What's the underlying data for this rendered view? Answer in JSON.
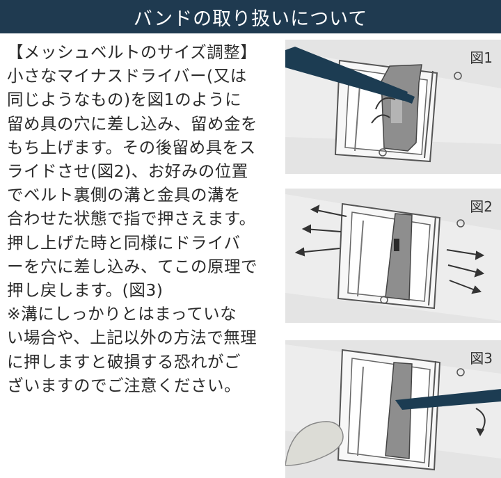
{
  "header": {
    "title": "バンドの取り扱いについて"
  },
  "instructions": {
    "lines": [
      "【メッシュベルトのサイズ調整】",
      "小さなマイナスドライバー(又は",
      "同じようなもの)を図1のように",
      "留め具の穴に差し込み、留め金を",
      "もち上げます。その後留め具をス",
      "ライドさせ(図2)、お好みの位置",
      "でベルト裏側の溝と金具の溝を",
      "合わせた状態で指で押さえます。",
      "押し上げた時と同様にドライバ",
      "ーを穴に差し込み、てこの原理で",
      "押し戻します。(図3)",
      "※溝にしっかりとはまっていな",
      "い場合や、上記以外の方法で無理",
      "に押しますと破損する恐れがご",
      "ざいますのでご注意ください。"
    ]
  },
  "figures": [
    {
      "label": "図1",
      "icon": "screwdriver-lift-illustration"
    },
    {
      "label": "図2",
      "icon": "clasp-slide-illustration"
    },
    {
      "label": "図3",
      "icon": "screwdriver-press-illustration"
    }
  ],
  "colors": {
    "header_bg": "#1f3a50",
    "header_text": "#ffffff",
    "text": "#2b2b2b",
    "figure_bg": "#e4e4e4",
    "tool": "#1c3c52"
  }
}
